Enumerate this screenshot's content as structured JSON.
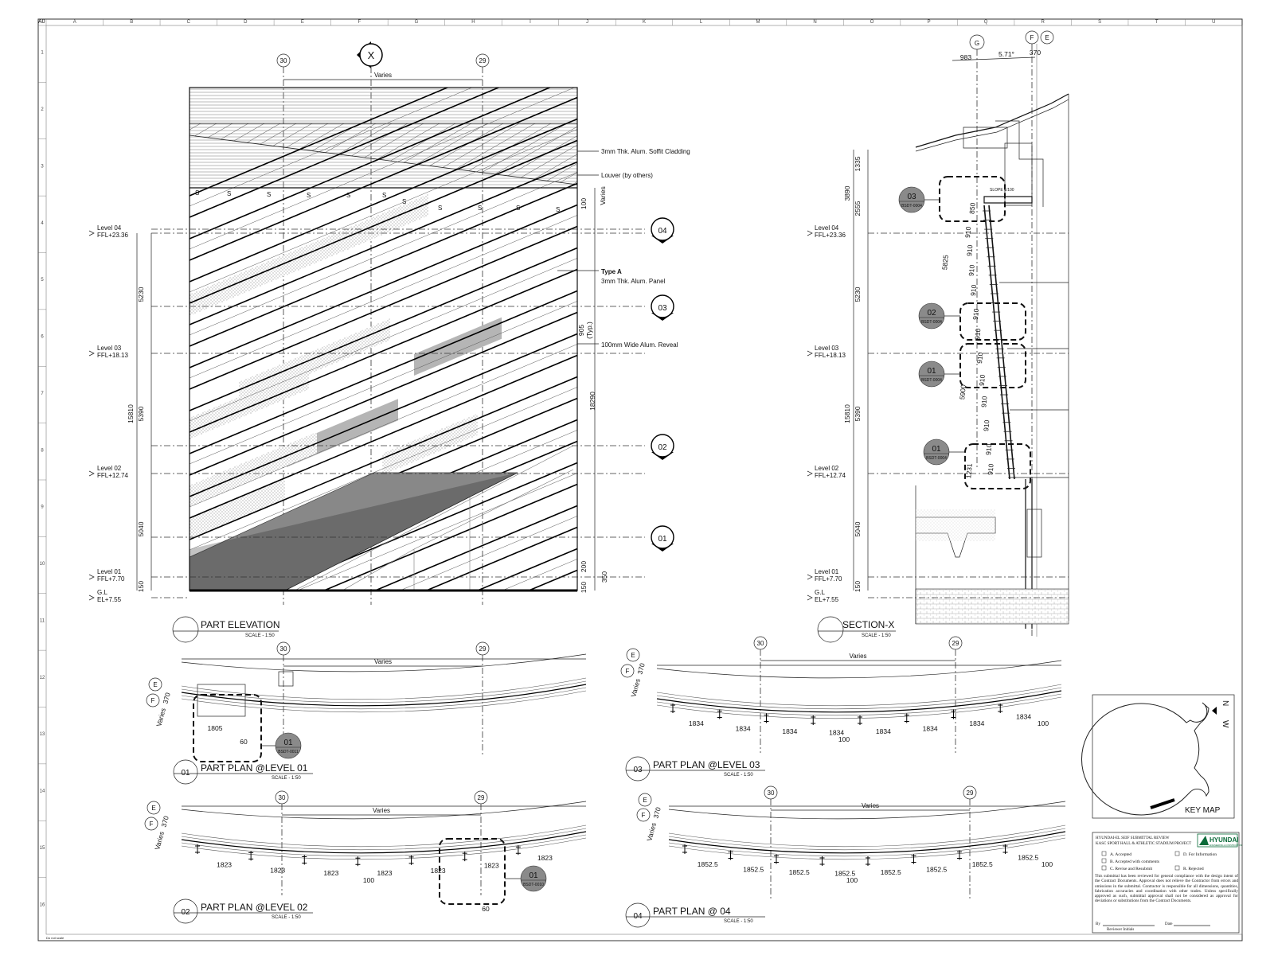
{
  "sheet": {
    "corner_label": "A0",
    "col_letters": [
      "A",
      "B",
      "C",
      "D",
      "E",
      "F",
      "G",
      "H",
      "I",
      "J",
      "K",
      "L",
      "M",
      "N",
      "O",
      "P",
      "Q",
      "R",
      "S",
      "T",
      "U"
    ],
    "row_numbers": [
      "1",
      "2",
      "3",
      "4",
      "5",
      "6",
      "7",
      "8",
      "9",
      "10",
      "11",
      "12",
      "13",
      "14",
      "15",
      "16"
    ],
    "bottom_note": "Do not scale"
  },
  "elevation": {
    "title": "PART ELEVATION",
    "scale": "SCALE - 1:50",
    "grid_30": "30",
    "grid_29": "29",
    "section_mark": "X",
    "varies": "Varies",
    "notes": {
      "soffit": "3mm Thk. Alum. Soffit Cladding",
      "louver": "Louver (by others)",
      "type_a": "Type A",
      "panel": "3mm Thk. Alum. Panel",
      "reveal": "100mm Wide Alum. Reveal"
    },
    "s_mark": "S",
    "levels": [
      {
        "name": "Level 04",
        "ffl": "FFL+23.36",
        "tag": "04"
      },
      {
        "name": "Level 03",
        "ffl": "FFL+18.13",
        "tag": "03"
      },
      {
        "name": "Level 02",
        "ffl": "FFL+12.74",
        "tag": "02"
      },
      {
        "name": "Level 01",
        "ffl": "FFL+7.70",
        "tag": "01"
      },
      {
        "name": "G.L",
        "ffl": "EL+7.55"
      }
    ],
    "dims": {
      "d5230": "5230",
      "d5390": "5390",
      "d5040": "5040",
      "d15810": "15810",
      "d150": "150",
      "dvaries": "Varies",
      "d100": "100",
      "d905": "905",
      "dtyp": "(Typ.)",
      "d18290": "18290",
      "d200": "200",
      "d350": "350",
      "d150b": "150"
    }
  },
  "section": {
    "title": "SECTION-X",
    "scale": "SCALE - 1:50",
    "grid_g": "G",
    "grid_f": "F",
    "grid_e": "E",
    "d983": "983",
    "angle": "5.71°",
    "d370": "370",
    "slope": "SLOPE 1/100",
    "levels": [
      {
        "name": "Level 04",
        "ffl": "FFL+23.36"
      },
      {
        "name": "Level 03",
        "ffl": "FFL+18.13"
      },
      {
        "name": "Level 02",
        "ffl": "FFL+12.74"
      },
      {
        "name": "Level 01",
        "ffl": "FFL+7.70"
      },
      {
        "name": "G.L",
        "ffl": "EL+7.55"
      }
    ],
    "dims": {
      "d1335": "1335",
      "d3890": "3890",
      "d2555": "2555",
      "d5230": "5230",
      "d5390": "5390",
      "d15810": "15810",
      "d5040": "5040",
      "d150": "150",
      "d850": "850",
      "d910": "910",
      "d5825": "5825",
      "d5900": "5900",
      "d1231": "1231"
    },
    "callouts": [
      {
        "num": "03",
        "ref": "BSDT-0004"
      },
      {
        "num": "02",
        "ref": "BSDT-0004"
      },
      {
        "num": "01",
        "ref": "BSDT-0004"
      },
      {
        "num": "01",
        "ref": "BSDT-0004"
      }
    ]
  },
  "plans": [
    {
      "num": "01",
      "title": "PART PLAN @LEVEL 01",
      "scale": "SCALE - 1:50",
      "dims": [
        "1805",
        "60"
      ],
      "varies": "Varies",
      "d370": "370",
      "callout": {
        "num": "01",
        "ref": "BSDT-0011"
      }
    },
    {
      "num": "02",
      "title": "PART PLAN @LEVEL 02",
      "scale": "SCALE - 1:50",
      "dims": [
        "1823",
        "1823",
        "1823",
        "1823",
        "1823",
        "1823",
        "1823"
      ],
      "d100": "100",
      "d60": "60",
      "varies": "Varies",
      "d370": "370",
      "callout": {
        "num": "01",
        "ref": "BSDT-0010"
      }
    },
    {
      "num": "03",
      "title": "PART PLAN @LEVEL 03",
      "scale": "SCALE - 1:50",
      "dims": [
        "1834",
        "1834",
        "1834",
        "1834",
        "1834",
        "1834",
        "1834",
        "1834"
      ],
      "d100a": "100",
      "d100b": "100",
      "varies": "Varies",
      "d370": "370"
    },
    {
      "num": "04",
      "title": "PART PLAN @ 04",
      "scale": "SCALE - 1:50",
      "dims": [
        "1852.5",
        "1852.5",
        "1852.5",
        "1852.5",
        "1852.5",
        "1852.5",
        "1852.5",
        "1852.5"
      ],
      "d100a": "100",
      "d100b": "100",
      "varies": "Varies",
      "d370": "370"
    }
  ],
  "plan_grid": {
    "g30": "30",
    "g29": "29",
    "e": "E",
    "f": "F"
  },
  "key_map": {
    "title": "KEY MAP",
    "north": "N",
    "west": "W"
  },
  "stamp": {
    "heading1": "HYUNDAI-EL SEIF SUBMITTAL REVIEW",
    "heading2": "KASC SPORT HALL & ATHLETIC STADIUM PROJECT",
    "logo": "HYUNDAI",
    "logo_sub": "ENGINEERING & CONSTRUCTION",
    "options": [
      "A. Accepted",
      "D. For Information",
      "B. Accepted with comments",
      "C. Revise and Resubmit",
      "R. Rejected"
    ],
    "text": "This submittal has been reviewed for general compliance with the design intent of the Contract Documents. Approval does not relieve the Contractor from errors and omissions in the submittal. Contractor is responsible for all dimensions, quantities, fabrication accuracies and coordination with other trades. Unless specifically approved as such, submittal approval shall not be considered as approval for deviations or substitutions from the Contract Documents.",
    "by": "By",
    "date": "Date",
    "reviewer": "Reviewer Initials"
  }
}
